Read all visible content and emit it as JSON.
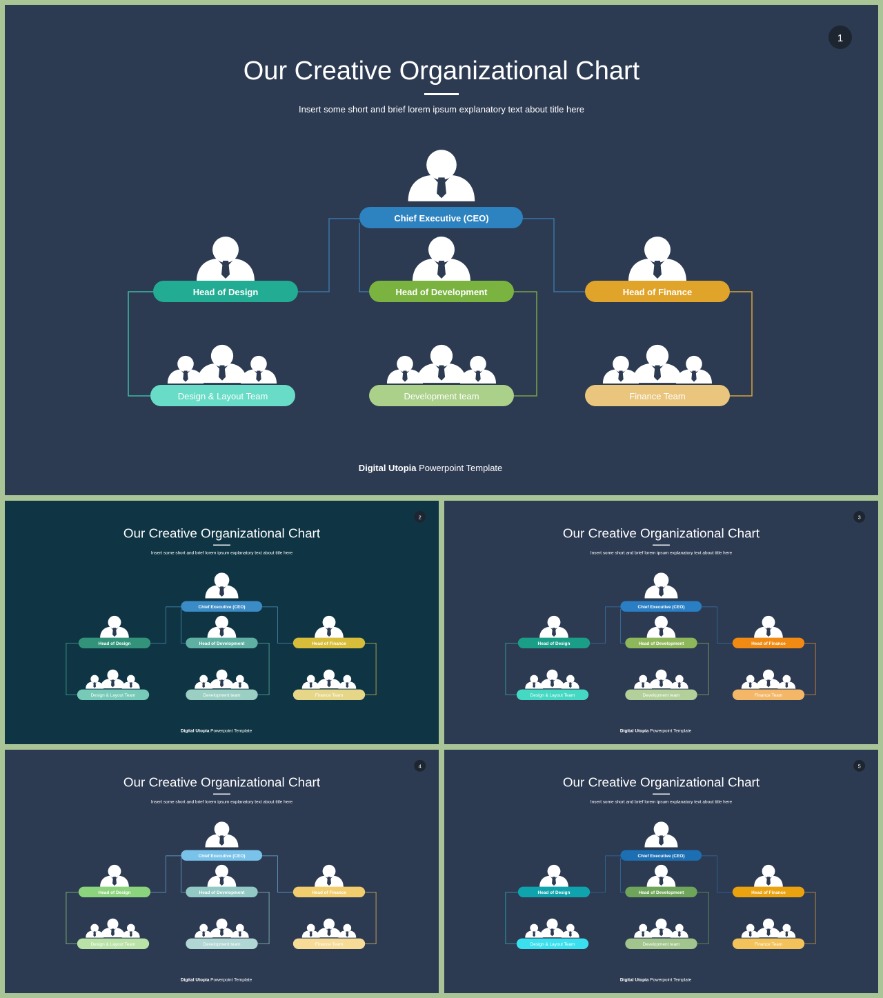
{
  "slides": [
    {
      "number": "1",
      "title": "Our Creative Organizational Chart",
      "subtitle": "Insert some short and brief lorem ipsum explanatory text about title here",
      "footer_brand": "Digital Utopia",
      "footer_rest": " Powerpoint Template",
      "colors": {
        "bg": "#2c3a52",
        "ceo": "#2d82c0",
        "design": "#22ac93",
        "dev": "#7ab340",
        "finance": "#e1a42b",
        "design_team": "#68dcc6",
        "dev_team": "#aad08a",
        "finance_team": "#e9c57d",
        "line_blue": "#3a76a8",
        "line_green": "#79a34a",
        "line_teal": "#3fb9a5",
        "line_gold": "#d8a43c"
      },
      "nodes": {
        "ceo": "Chief Executive (CEO)",
        "design": "Head of Design",
        "dev": "Head of Development",
        "finance": "Head of Finance",
        "design_team": "Design & Layout Team",
        "dev_team": "Development team",
        "finance_team": "Finance Team"
      }
    },
    {
      "number": "2",
      "title": "Our Creative Organizational Chart",
      "subtitle": "Insert some short and brief lorem ipsum explanatory text about title here",
      "footer_brand": "Digital Utopia",
      "footer_rest": " Powerpoint Template",
      "colors": {
        "bg": "#0f3544",
        "ceo": "#3b8cc6",
        "design": "#32937a",
        "dev": "#5fb0a3",
        "finance": "#d7bd3a",
        "design_team": "#77c9b8",
        "dev_team": "#9ccfc3",
        "finance_team": "#e6d687",
        "line_blue": "#4e8fb8",
        "line_green": "#5fb0a3",
        "line_teal": "#4aa892",
        "line_gold": "#d4c058"
      },
      "nodes": {
        "ceo": "Chief Executive (CEO)",
        "design": "Head of Design",
        "dev": "Head of Development",
        "finance": "Head of Finance",
        "design_team": "Design & Layout Team",
        "dev_team": "Development team",
        "finance_team": "Finance Team"
      }
    },
    {
      "number": "3",
      "title": "Our Creative Organizational Chart",
      "subtitle": "Insert some short and brief lorem ipsum explanatory text about title here",
      "footer_brand": "Digital Utopia",
      "footer_rest": " Powerpoint Template",
      "colors": {
        "bg": "#2c3a52",
        "ceo": "#2a7fc4",
        "design": "#1b9e88",
        "dev": "#8eb65a",
        "finance": "#f08a12",
        "design_team": "#45d9c3",
        "dev_team": "#b4d09a",
        "finance_team": "#f3b767",
        "line_blue": "#3a76a8",
        "line_green": "#8eb65a",
        "line_teal": "#35b7a2",
        "line_gold": "#e7942e"
      },
      "nodes": {
        "ceo": "Chief Executive (CEO)",
        "design": "Head of Design",
        "dev": "Head of Development",
        "finance": "Head of Finance",
        "design_team": "Design & Layout Team",
        "dev_team": "Development team",
        "finance_team": "Finance Team"
      }
    },
    {
      "number": "4",
      "title": "Our Creative Organizational Chart",
      "subtitle": "Insert some short and brief lorem ipsum explanatory text about title here",
      "footer_brand": "Digital Utopia",
      "footer_rest": " Powerpoint Template",
      "colors": {
        "bg": "#2c3a52",
        "ceo": "#79c2ea",
        "design": "#8cd37d",
        "dev": "#93c9c4",
        "finance": "#f2cd6e",
        "design_team": "#b9e2a6",
        "dev_team": "#b1d7d4",
        "finance_team": "#f7dc97",
        "line_blue": "#6aaed6",
        "line_green": "#93c9c4",
        "line_teal": "#8cd37d",
        "line_gold": "#e8c25e"
      },
      "nodes": {
        "ceo": "Chief Executive (CEO)",
        "design": "Head of Design",
        "dev": "Head of Development",
        "finance": "Head of Finance",
        "design_team": "Design & Layout Team",
        "dev_team": "Development team",
        "finance_team": "Finance Team"
      }
    },
    {
      "number": "5",
      "title": "Our Creative Organizational Chart",
      "subtitle": "Insert some short and brief lorem ipsum explanatory text about title here",
      "footer_brand": "Digital Utopia",
      "footer_rest": " Powerpoint Template",
      "colors": {
        "bg": "#2c3a52",
        "ceo": "#1c6fb3",
        "design": "#0ea3ad",
        "dev": "#6ea55a",
        "finance": "#eaa20e",
        "design_team": "#3ae0ee",
        "dev_team": "#a1c58c",
        "finance_team": "#f3c25a",
        "line_blue": "#2f6fa6",
        "line_green": "#6ea55a",
        "line_teal": "#2ab6c0",
        "line_gold": "#dca03a"
      },
      "nodes": {
        "ceo": "Chief Executive (CEO)",
        "design": "Head of Design",
        "dev": "Head of Development",
        "finance": "Head of Finance",
        "design_team": "Design & Layout Team",
        "dev_team": "Development team",
        "finance_team": "Finance Team"
      }
    }
  ]
}
